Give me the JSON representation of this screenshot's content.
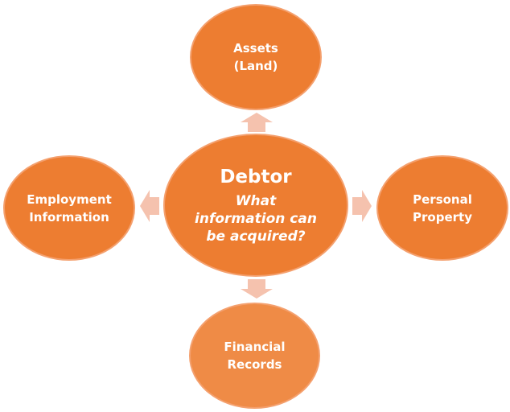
{
  "diagram": {
    "center": {
      "title": "Debtor",
      "subtitle_lines": [
        "What",
        "information can",
        "be acquired?"
      ]
    },
    "nodes": {
      "top": {
        "lines": [
          "Assets",
          "(Land)"
        ]
      },
      "right": {
        "lines": [
          "Personal",
          "Property"
        ]
      },
      "bottom": {
        "lines": [
          "Financial",
          "Records"
        ]
      },
      "left": {
        "lines": [
          "Employment",
          "Information"
        ]
      }
    },
    "colors": {
      "node_fill": "#ed7d31",
      "node_fill_light": "#ef8b46",
      "node_outline": "#f4a06e",
      "arrow_fill": "#f5c2ae",
      "text": "#ffffff"
    },
    "arrow_directions": [
      "up",
      "right",
      "down",
      "left"
    ]
  }
}
